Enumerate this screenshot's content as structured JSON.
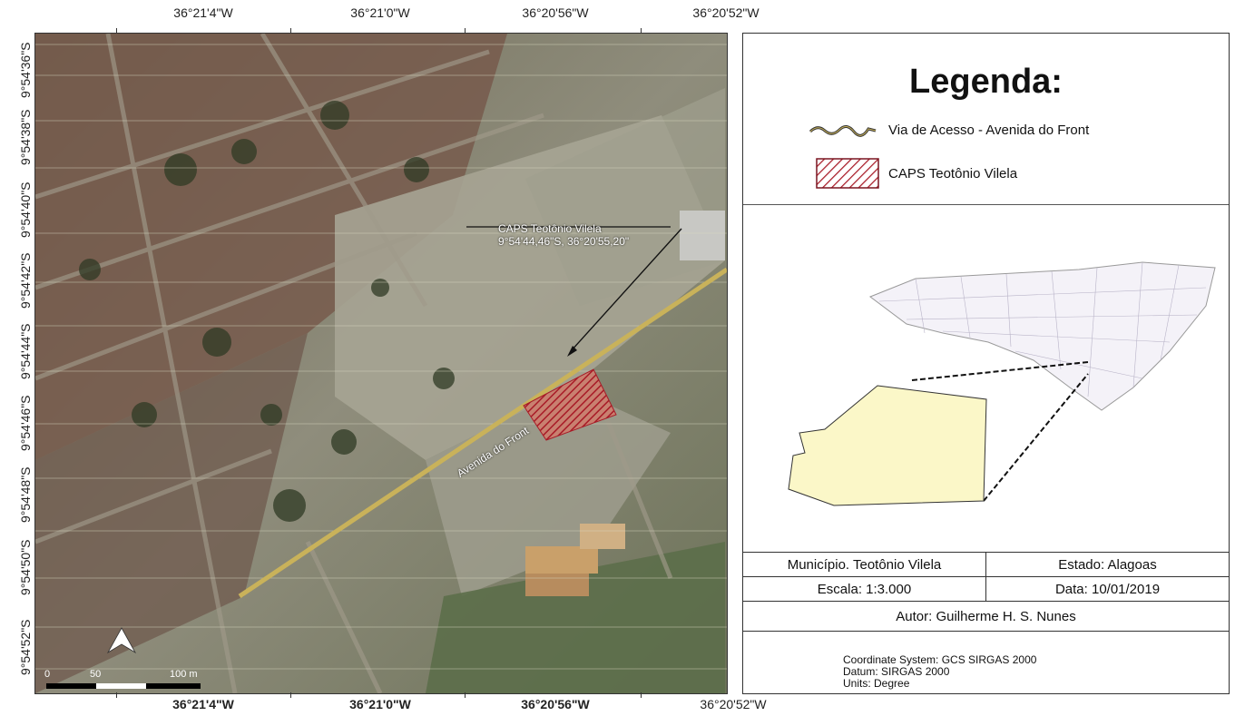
{
  "map": {
    "top_longitudes": [
      "36°21'4\"W",
      "36°21'0\"W",
      "36°20'56\"W",
      "36°20'52\"W"
    ],
    "bottom_longitudes": [
      "36°21'4\"W",
      "36°21'0\"W",
      "36°20'56\"W",
      "36°20'52\"W"
    ],
    "left_latitudes": [
      "9°54'36\"S",
      "9°54'38\"S",
      "9°54'40\"S",
      "9°54'42\"S",
      "9°54'44\"S",
      "9°54'46\"S",
      "9°54'48\"S",
      "9°54'50\"S",
      "9°54'52\"S"
    ],
    "point_label_line1": "CAPS Teotônio Vilela",
    "point_label_line2": "9°54'44,46\"S, 36°20'55,20\"",
    "road_label": "Avenida do Front",
    "scale_labels": [
      "0",
      "50",
      "100 m"
    ],
    "north_arrow_icon": "north-arrow-icon",
    "colors": {
      "road": "#c9b25a",
      "caps_hatch": "#b01e2a",
      "inset_highlight": "#fbf7c8"
    }
  },
  "legend": {
    "title": "Legenda:",
    "items": [
      {
        "label": "Via de Acesso - Avenida do Front",
        "icon": "road-line-icon"
      },
      {
        "label": "CAPS Teotônio Vilela",
        "icon": "hatched-area-icon"
      }
    ]
  },
  "info": {
    "municipio": "Município. Teotônio Vilela",
    "estado": "Estado: Alagoas",
    "escala": "Escala: 1:3.000",
    "data": "Data: 10/01/2019",
    "autor": "Autor: Guilherme H. S. Nunes",
    "crs_line1": "Coordinate System: GCS SIRGAS 2000",
    "crs_line2": "Datum: SIRGAS 2000",
    "crs_line3": "Units: Degree"
  }
}
